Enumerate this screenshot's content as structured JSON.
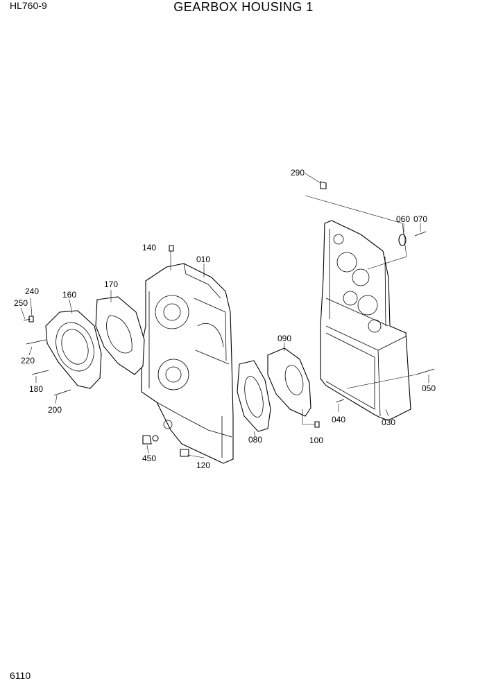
{
  "header": {
    "model": "HL760-9",
    "title": "GEARBOX HOUSING 1"
  },
  "footer": {
    "page_number": "6110"
  },
  "parts": {
    "p010": "010",
    "p030": "030",
    "p040": "040",
    "p050": "050",
    "p060": "060",
    "p070": "070",
    "p080": "080",
    "p090": "090",
    "p100": "100",
    "p120": "120",
    "p140": "140",
    "p160": "160",
    "p170": "170",
    "p180": "180",
    "p200": "200",
    "p220": "220",
    "p240": "240",
    "p250": "250",
    "p290": "290",
    "p450": "450"
  }
}
